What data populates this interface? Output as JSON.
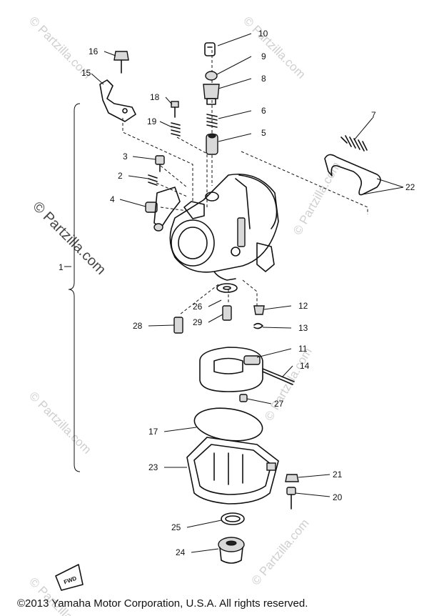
{
  "callouts": [
    "1",
    "2",
    "3",
    "4",
    "5",
    "6",
    "7",
    "8",
    "9",
    "10",
    "11",
    "12",
    "13",
    "14",
    "15",
    "16",
    "17",
    "18",
    "19",
    "20",
    "21",
    "22",
    "23",
    "24",
    "25",
    "26",
    "27",
    "28",
    "29"
  ],
  "watermark": "© Partzilla.com",
  "fwd_label": "FWD",
  "copyright": "©2013 Yamaha Motor Corporation, U.S.A. All rights reserved."
}
